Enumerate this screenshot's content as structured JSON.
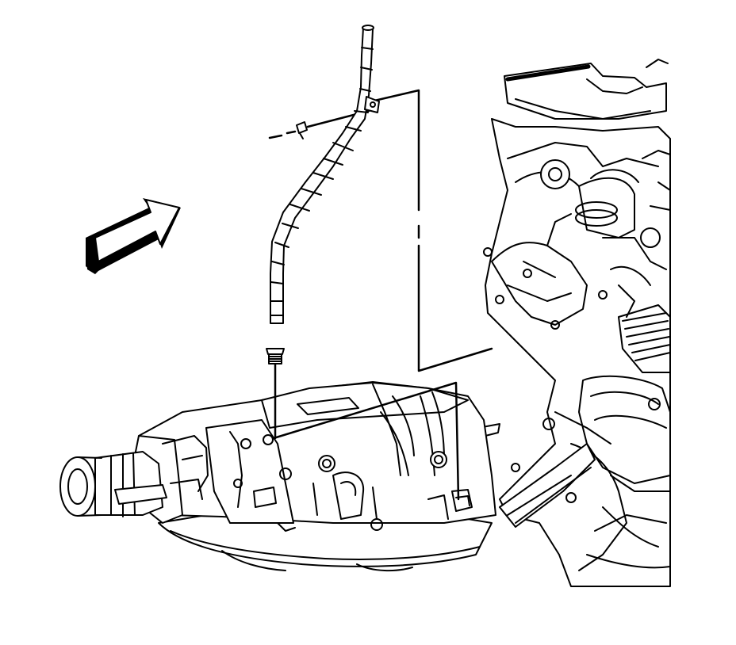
{
  "diagram": {
    "style": "black line art on white",
    "colors": {
      "ink": "#000000",
      "paper": "#ffffff"
    },
    "components": [
      {
        "name": "direction-arrow-icon"
      },
      {
        "name": "transmission-fill-tube"
      },
      {
        "name": "tube-seal"
      },
      {
        "name": "transmission-assembly"
      },
      {
        "name": "engine-block"
      },
      {
        "name": "tube-mounting-bolt"
      }
    ]
  }
}
